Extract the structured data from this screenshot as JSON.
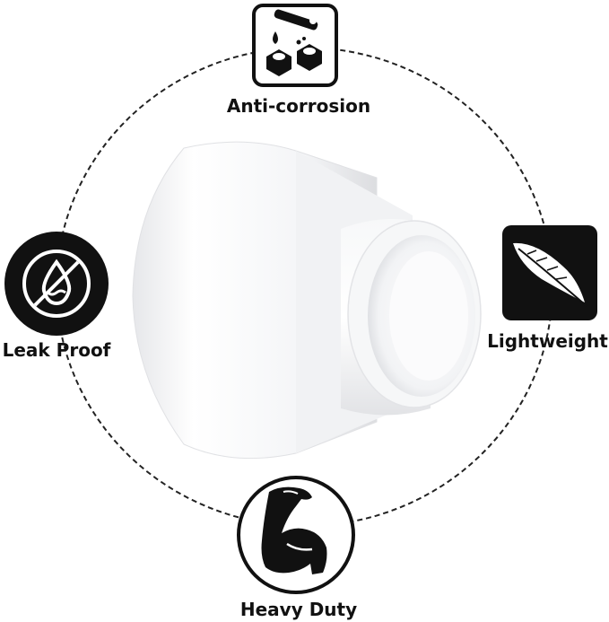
{
  "features": {
    "top": {
      "label": "Anti-corrosion",
      "icon": "anti-corrosion-icon"
    },
    "left": {
      "label": "Leak Proof",
      "icon": "no-water-drop-icon"
    },
    "right": {
      "label": "Lightweight",
      "icon": "feather-icon"
    },
    "bottom": {
      "label": "Heavy Duty",
      "icon": "flexed-arm-icon"
    }
  },
  "colors": {
    "icon_dark": "#111111",
    "background": "#ffffff",
    "product": "#f3f4f6"
  }
}
